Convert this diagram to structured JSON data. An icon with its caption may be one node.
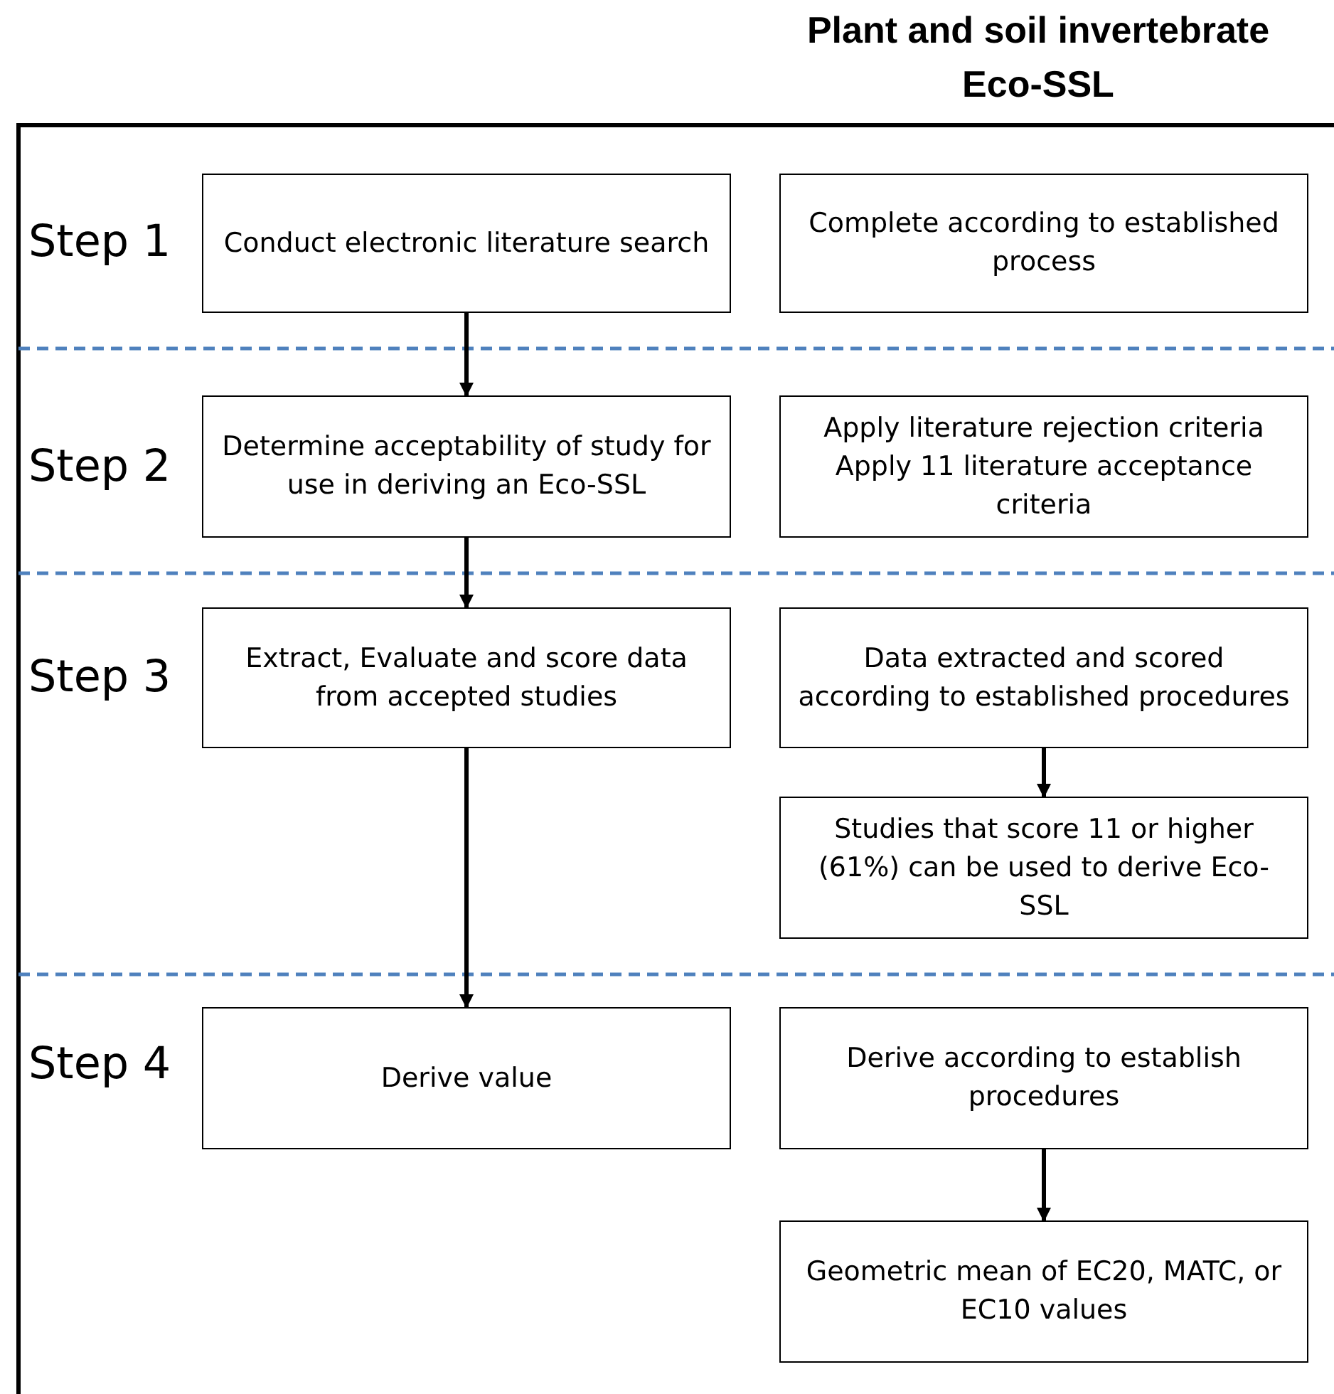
{
  "diagram": {
    "title": "Plant and soil invertebrate Eco-SSL",
    "nodes": [
      {
        "text": [
          "Conduct electronic literature search"
        ]
      },
      {
        "text": [
          "Complete according to established process"
        ]
      },
      {
        "text": [
          "Determine acceptability of study for use in deriving an Eco-SSL"
        ]
      },
      {
        "text": [
          "Apply literature rejection criteria",
          "Apply 11 literature acceptance criteria"
        ]
      },
      {
        "text": [
          "Extract, Evaluate and score data from accepted studies"
        ]
      },
      {
        "text": [
          "Data extracted and scored according to established procedures"
        ]
      },
      {
        "text": [
          "Studies that score 11 or higher (61%) can be used to derive Eco-SSL"
        ]
      },
      {
        "text": [
          "Derive value"
        ]
      },
      {
        "text": [
          "Derive according to establish procedures"
        ]
      },
      {
        "text": [
          "Geometric mean of EC20, MATC, or EC10 values"
        ]
      }
    ],
    "edges": [
      {
        "from": 0,
        "to": 2,
        "arrow": "to"
      },
      {
        "from": 2,
        "to": 4,
        "arrow": "to"
      },
      {
        "from": 4,
        "to": 7,
        "arrow": "to"
      },
      {
        "from": 5,
        "to": 6,
        "arrow": "to"
      },
      {
        "from": 8,
        "to": 9,
        "arrow": "to"
      }
    ],
    "labels": [
      "Step 1",
      "Step 2",
      "Step 3",
      "Step 4"
    ]
  }
}
